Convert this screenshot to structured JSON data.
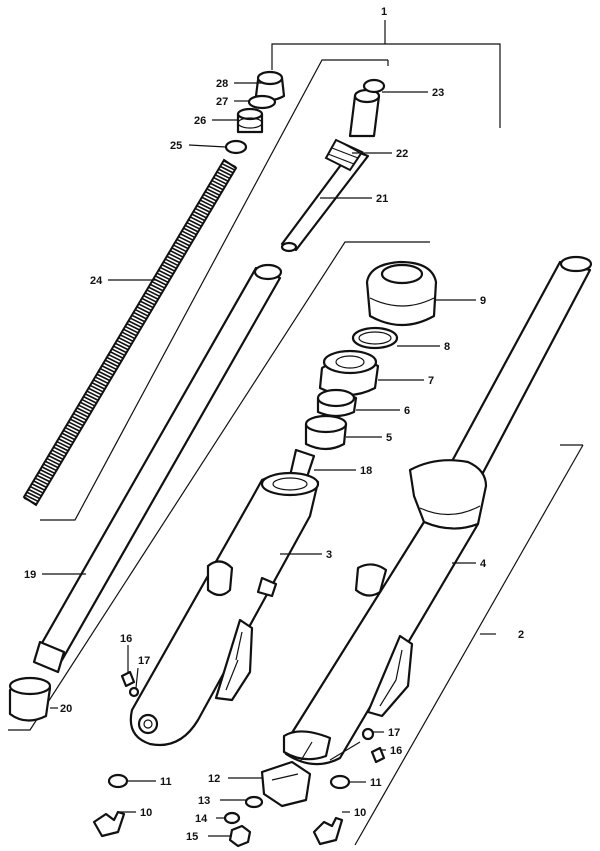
{
  "callouts": [
    {
      "id": "1",
      "text": "1"
    },
    {
      "id": "2",
      "text": "2"
    },
    {
      "id": "3",
      "text": "3"
    },
    {
      "id": "4",
      "text": "4"
    },
    {
      "id": "5",
      "text": "5"
    },
    {
      "id": "6",
      "text": "6"
    },
    {
      "id": "7",
      "text": "7"
    },
    {
      "id": "8",
      "text": "8"
    },
    {
      "id": "9",
      "text": "9"
    },
    {
      "id": "10a",
      "text": "10"
    },
    {
      "id": "10b",
      "text": "10"
    },
    {
      "id": "11a",
      "text": "11"
    },
    {
      "id": "11b",
      "text": "11"
    },
    {
      "id": "12",
      "text": "12"
    },
    {
      "id": "13",
      "text": "13"
    },
    {
      "id": "14",
      "text": "14"
    },
    {
      "id": "15",
      "text": "15"
    },
    {
      "id": "16a",
      "text": "16"
    },
    {
      "id": "16b",
      "text": "16"
    },
    {
      "id": "17a",
      "text": "17"
    },
    {
      "id": "17b",
      "text": "17"
    },
    {
      "id": "18",
      "text": "18"
    },
    {
      "id": "19",
      "text": "19"
    },
    {
      "id": "20",
      "text": "20"
    },
    {
      "id": "21",
      "text": "21"
    },
    {
      "id": "22",
      "text": "22"
    },
    {
      "id": "23",
      "text": "23"
    },
    {
      "id": "24",
      "text": "24"
    },
    {
      "id": "25",
      "text": "25"
    },
    {
      "id": "26",
      "text": "26"
    },
    {
      "id": "27",
      "text": "27"
    },
    {
      "id": "28",
      "text": "28"
    }
  ]
}
